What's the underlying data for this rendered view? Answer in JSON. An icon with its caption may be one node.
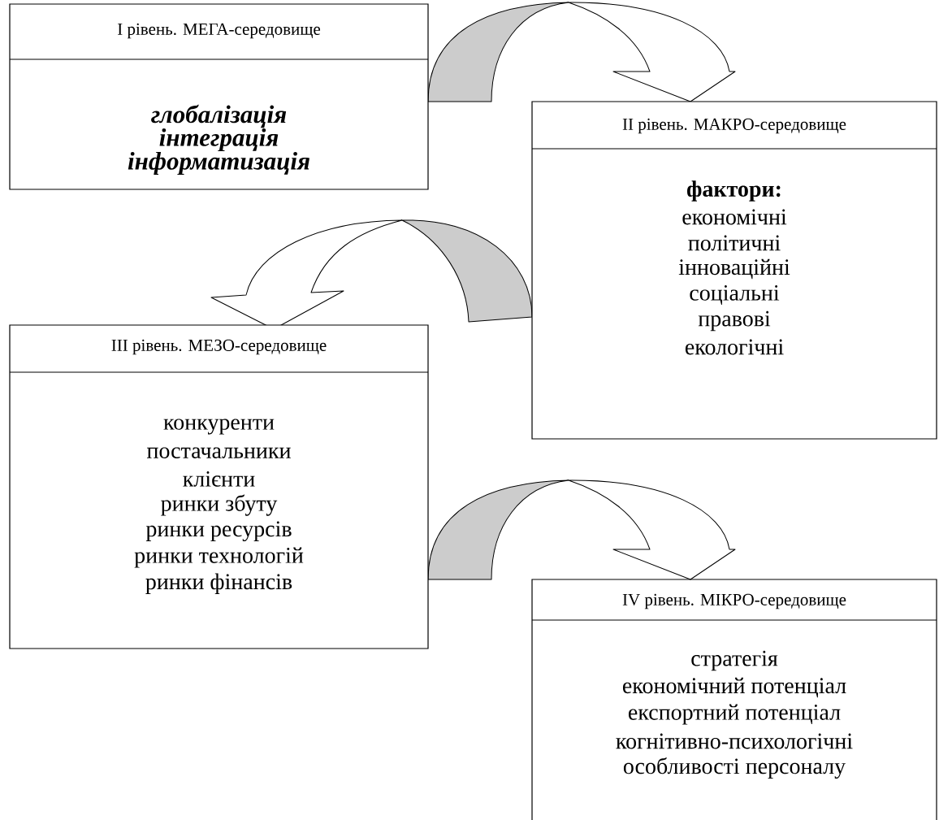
{
  "diagram": {
    "nodes": [
      {
        "text": [
          "I рівень. МЕГА-середовище",
          "глобалізація",
          "інтеграція",
          "інформатизація"
        ]
      },
      {
        "text": [
          "II рівень. МАКРО-середовище",
          "фактори:",
          "економічні",
          "політичні",
          "інноваційні",
          "соціальні",
          "правові",
          "екологічні"
        ]
      },
      {
        "text": [
          "III рівень. МЕЗО-середовище",
          "конкуренти",
          "постачальники",
          "клієнти",
          "ринки збуту",
          "ринки ресурсів",
          "ринки технологій",
          "ринки фінансів"
        ]
      },
      {
        "text": [
          "IV рівень. МІКРО-середовище",
          "стратегія",
          "економічний потенціал",
          "експортний потенціал",
          "когнітивно-психологічні",
          "особливості персоналу"
        ]
      }
    ],
    "edges": [
      {
        "from": 0,
        "to": 1,
        "arrow": "to"
      },
      {
        "from": 1,
        "to": 2,
        "arrow": "to"
      },
      {
        "from": 2,
        "to": 3,
        "arrow": "to"
      }
    ]
  }
}
